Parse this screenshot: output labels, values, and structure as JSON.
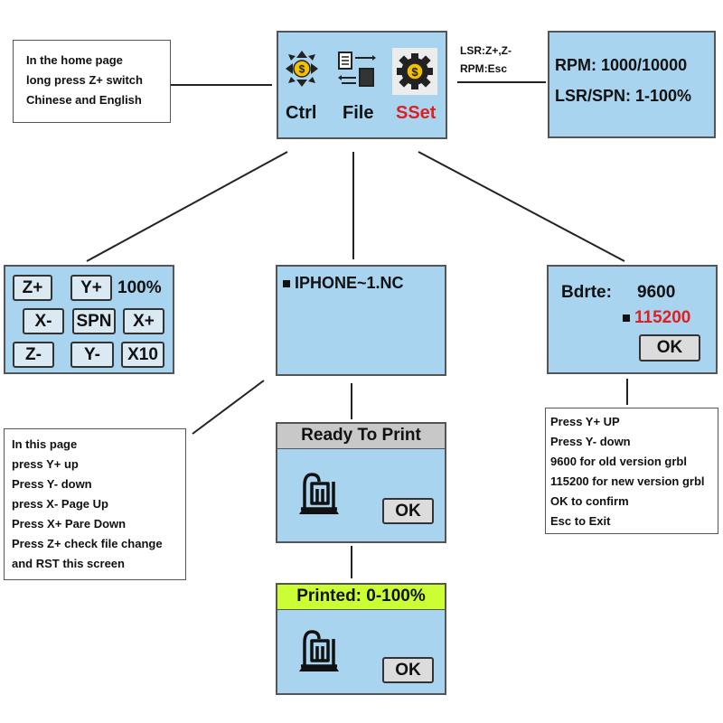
{
  "home_note": {
    "lines": [
      "In the home page",
      "long press Z+ switch",
      "Chinese and English"
    ]
  },
  "main_menu": {
    "items": [
      {
        "label": "Ctrl",
        "icon": "move-arrows-icon"
      },
      {
        "label": "File",
        "icon": "file-swap-icon"
      },
      {
        "label": "SSet",
        "icon": "gear-dollar-icon",
        "color": "#e02020"
      }
    ]
  },
  "shortcut_note": {
    "line1": "LSR:Z+,Z-",
    "line2": "RPM:Esc"
  },
  "spindle_box": {
    "rpm": "RPM: 1000/10000",
    "lsr": "LSR/SPN: 1-100%"
  },
  "control_screen": {
    "keys": [
      "Z+",
      "Y+",
      "X-",
      "SPN",
      "X+",
      "Z-",
      "Y-",
      "X10"
    ],
    "percent": "100%"
  },
  "file_screen": {
    "filename": "IPHONE~1.NC"
  },
  "baud_screen": {
    "label": "Bdrte:",
    "option1": "9600",
    "option2": "115200",
    "option2_color": "#e02020",
    "ok": "OK"
  },
  "file_note": {
    "lines": [
      "In this page",
      "press Y+ up",
      "Press Y- down",
      "press X- Page Up",
      "Press X+ Pare Down",
      "Press Z+ check file change",
      "and RST this screen"
    ]
  },
  "baud_note": {
    "lines": [
      "Press Y+ UP",
      "Press Y- down",
      "9600 for old version grbl",
      "115200 for new version grbl",
      "OK to confirm",
      "Esc to Exit"
    ]
  },
  "ready_screen": {
    "title": "Ready To Print",
    "title_bg": "#c8c8c8",
    "ok": "OK",
    "icon": "engraver-icon"
  },
  "printed_screen": {
    "title": "Printed: 0-100%",
    "title_bg": "#ccff33",
    "ok": "OK",
    "icon": "engraver-icon"
  }
}
